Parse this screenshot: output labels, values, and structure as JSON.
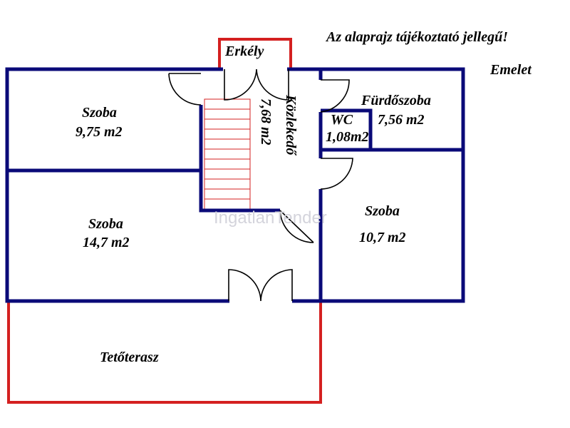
{
  "header": {
    "note": "Az alaprajz tájékoztató jellegű!",
    "floor": "Emelet"
  },
  "rooms": [
    {
      "name": "Erkély"
    },
    {
      "name": "Szoba",
      "area": "9,75 m2"
    },
    {
      "name": "Szoba",
      "area": "14,7 m2"
    },
    {
      "name": "Közlekedő",
      "area": "7,68 m2"
    },
    {
      "name": "Fürdőszoba",
      "area": "7,56 m2"
    },
    {
      "name": "WC",
      "area": "1,08m2"
    },
    {
      "name": "Szoba",
      "area": "10,7 m2"
    },
    {
      "name": "Tetőterasz"
    }
  ],
  "watermark": "IngatlanTender",
  "colors": {
    "wall": "#0a0a78",
    "outdoor": "#d42020",
    "door": "#000000"
  }
}
